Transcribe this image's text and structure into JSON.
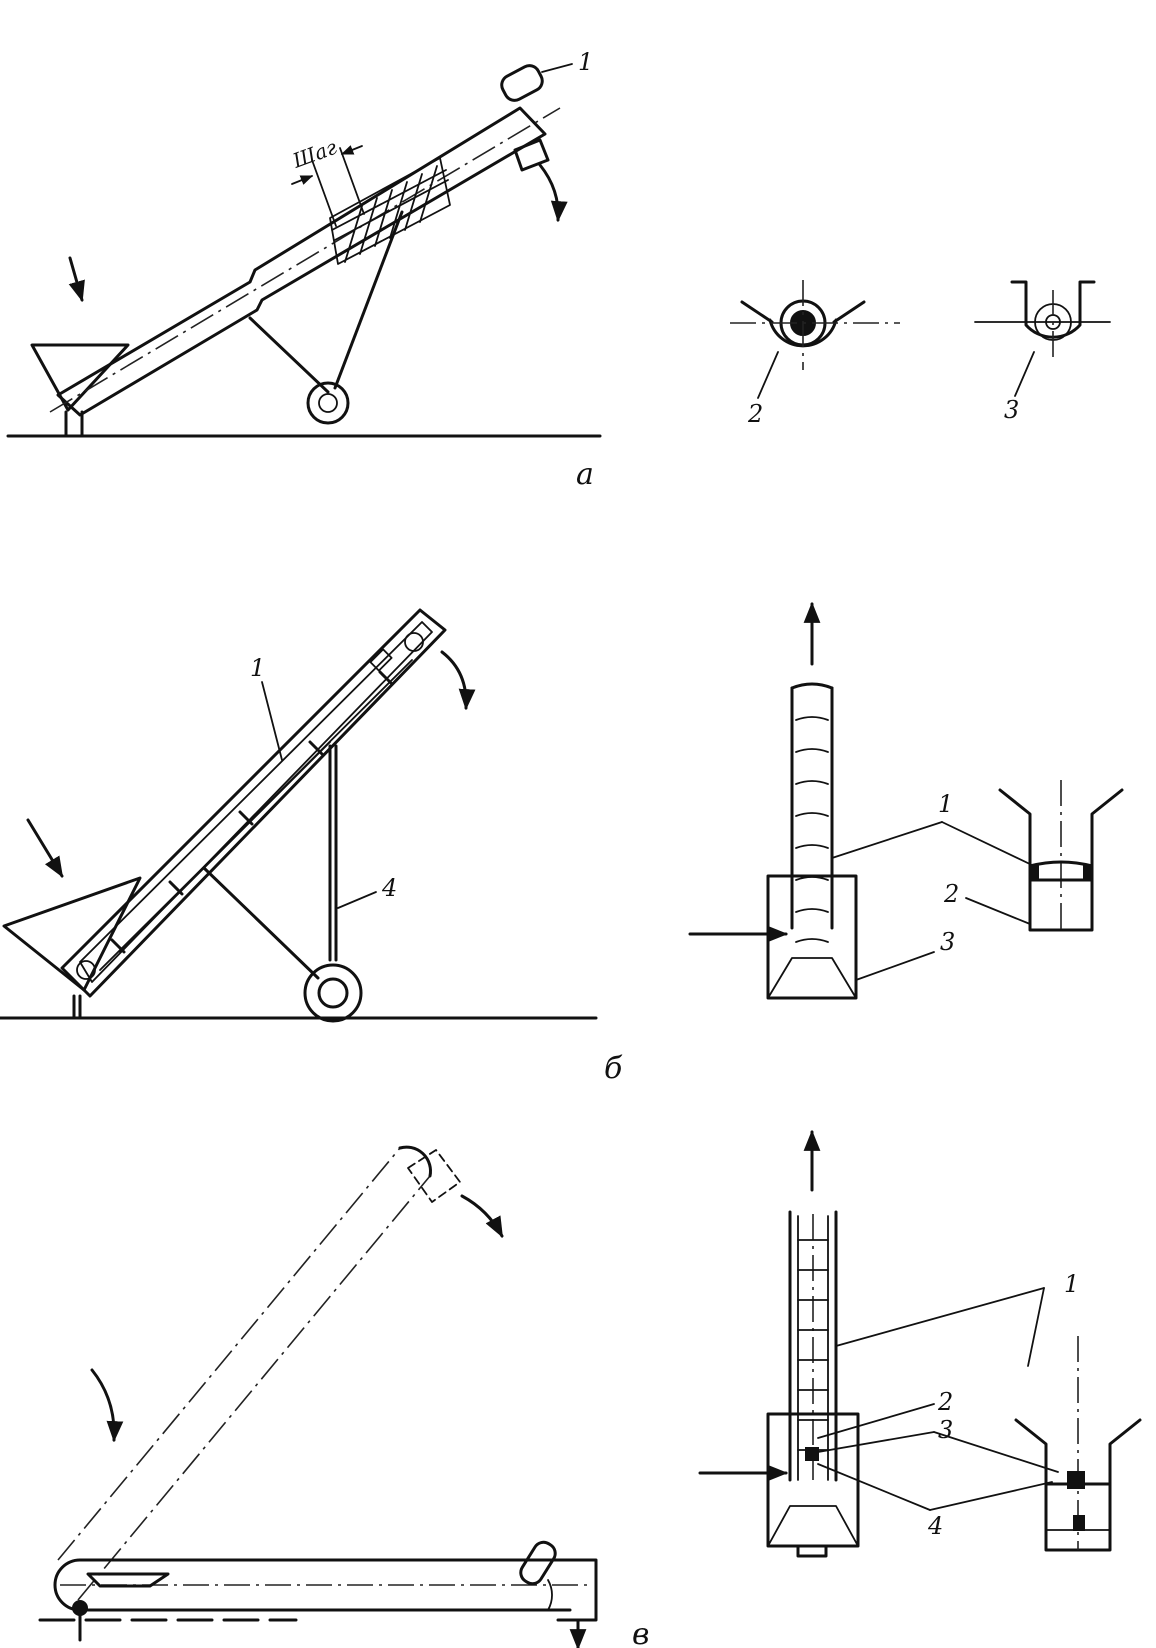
{
  "panels": {
    "a": {
      "caption": "а",
      "pitch_label": "Шаг",
      "labels": {
        "n1": "1",
        "n2": "2",
        "n3": "3"
      }
    },
    "b": {
      "caption": "б",
      "labels": {
        "n1_left": "1",
        "n4": "4",
        "n1_right": "1",
        "n2": "2",
        "n3": "3"
      }
    },
    "v": {
      "caption": "в",
      "labels": {
        "n1": "1",
        "n2": "2",
        "n3": "3",
        "n4": "4"
      }
    }
  }
}
